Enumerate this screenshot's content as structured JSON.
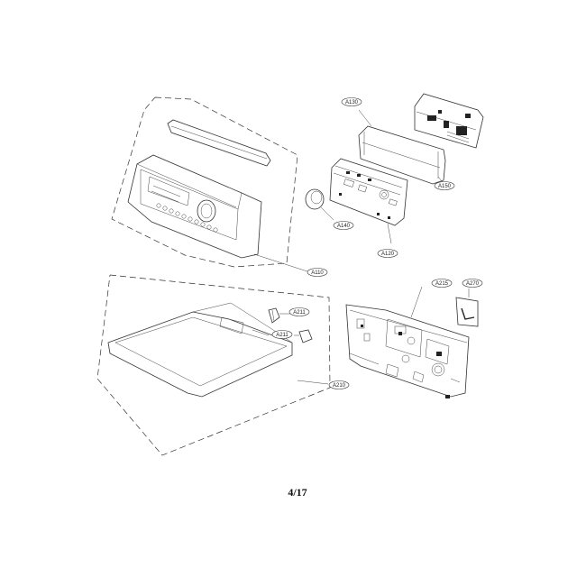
{
  "page": {
    "number": "4/17"
  },
  "callouts": {
    "a110": "A110",
    "a120": "A120",
    "a130": "A130",
    "a140": "A140",
    "a150": "A150",
    "a210": "A210",
    "a211_top": "A211",
    "a211_bottom": "A211",
    "a215": "A215",
    "a270": "A270"
  }
}
